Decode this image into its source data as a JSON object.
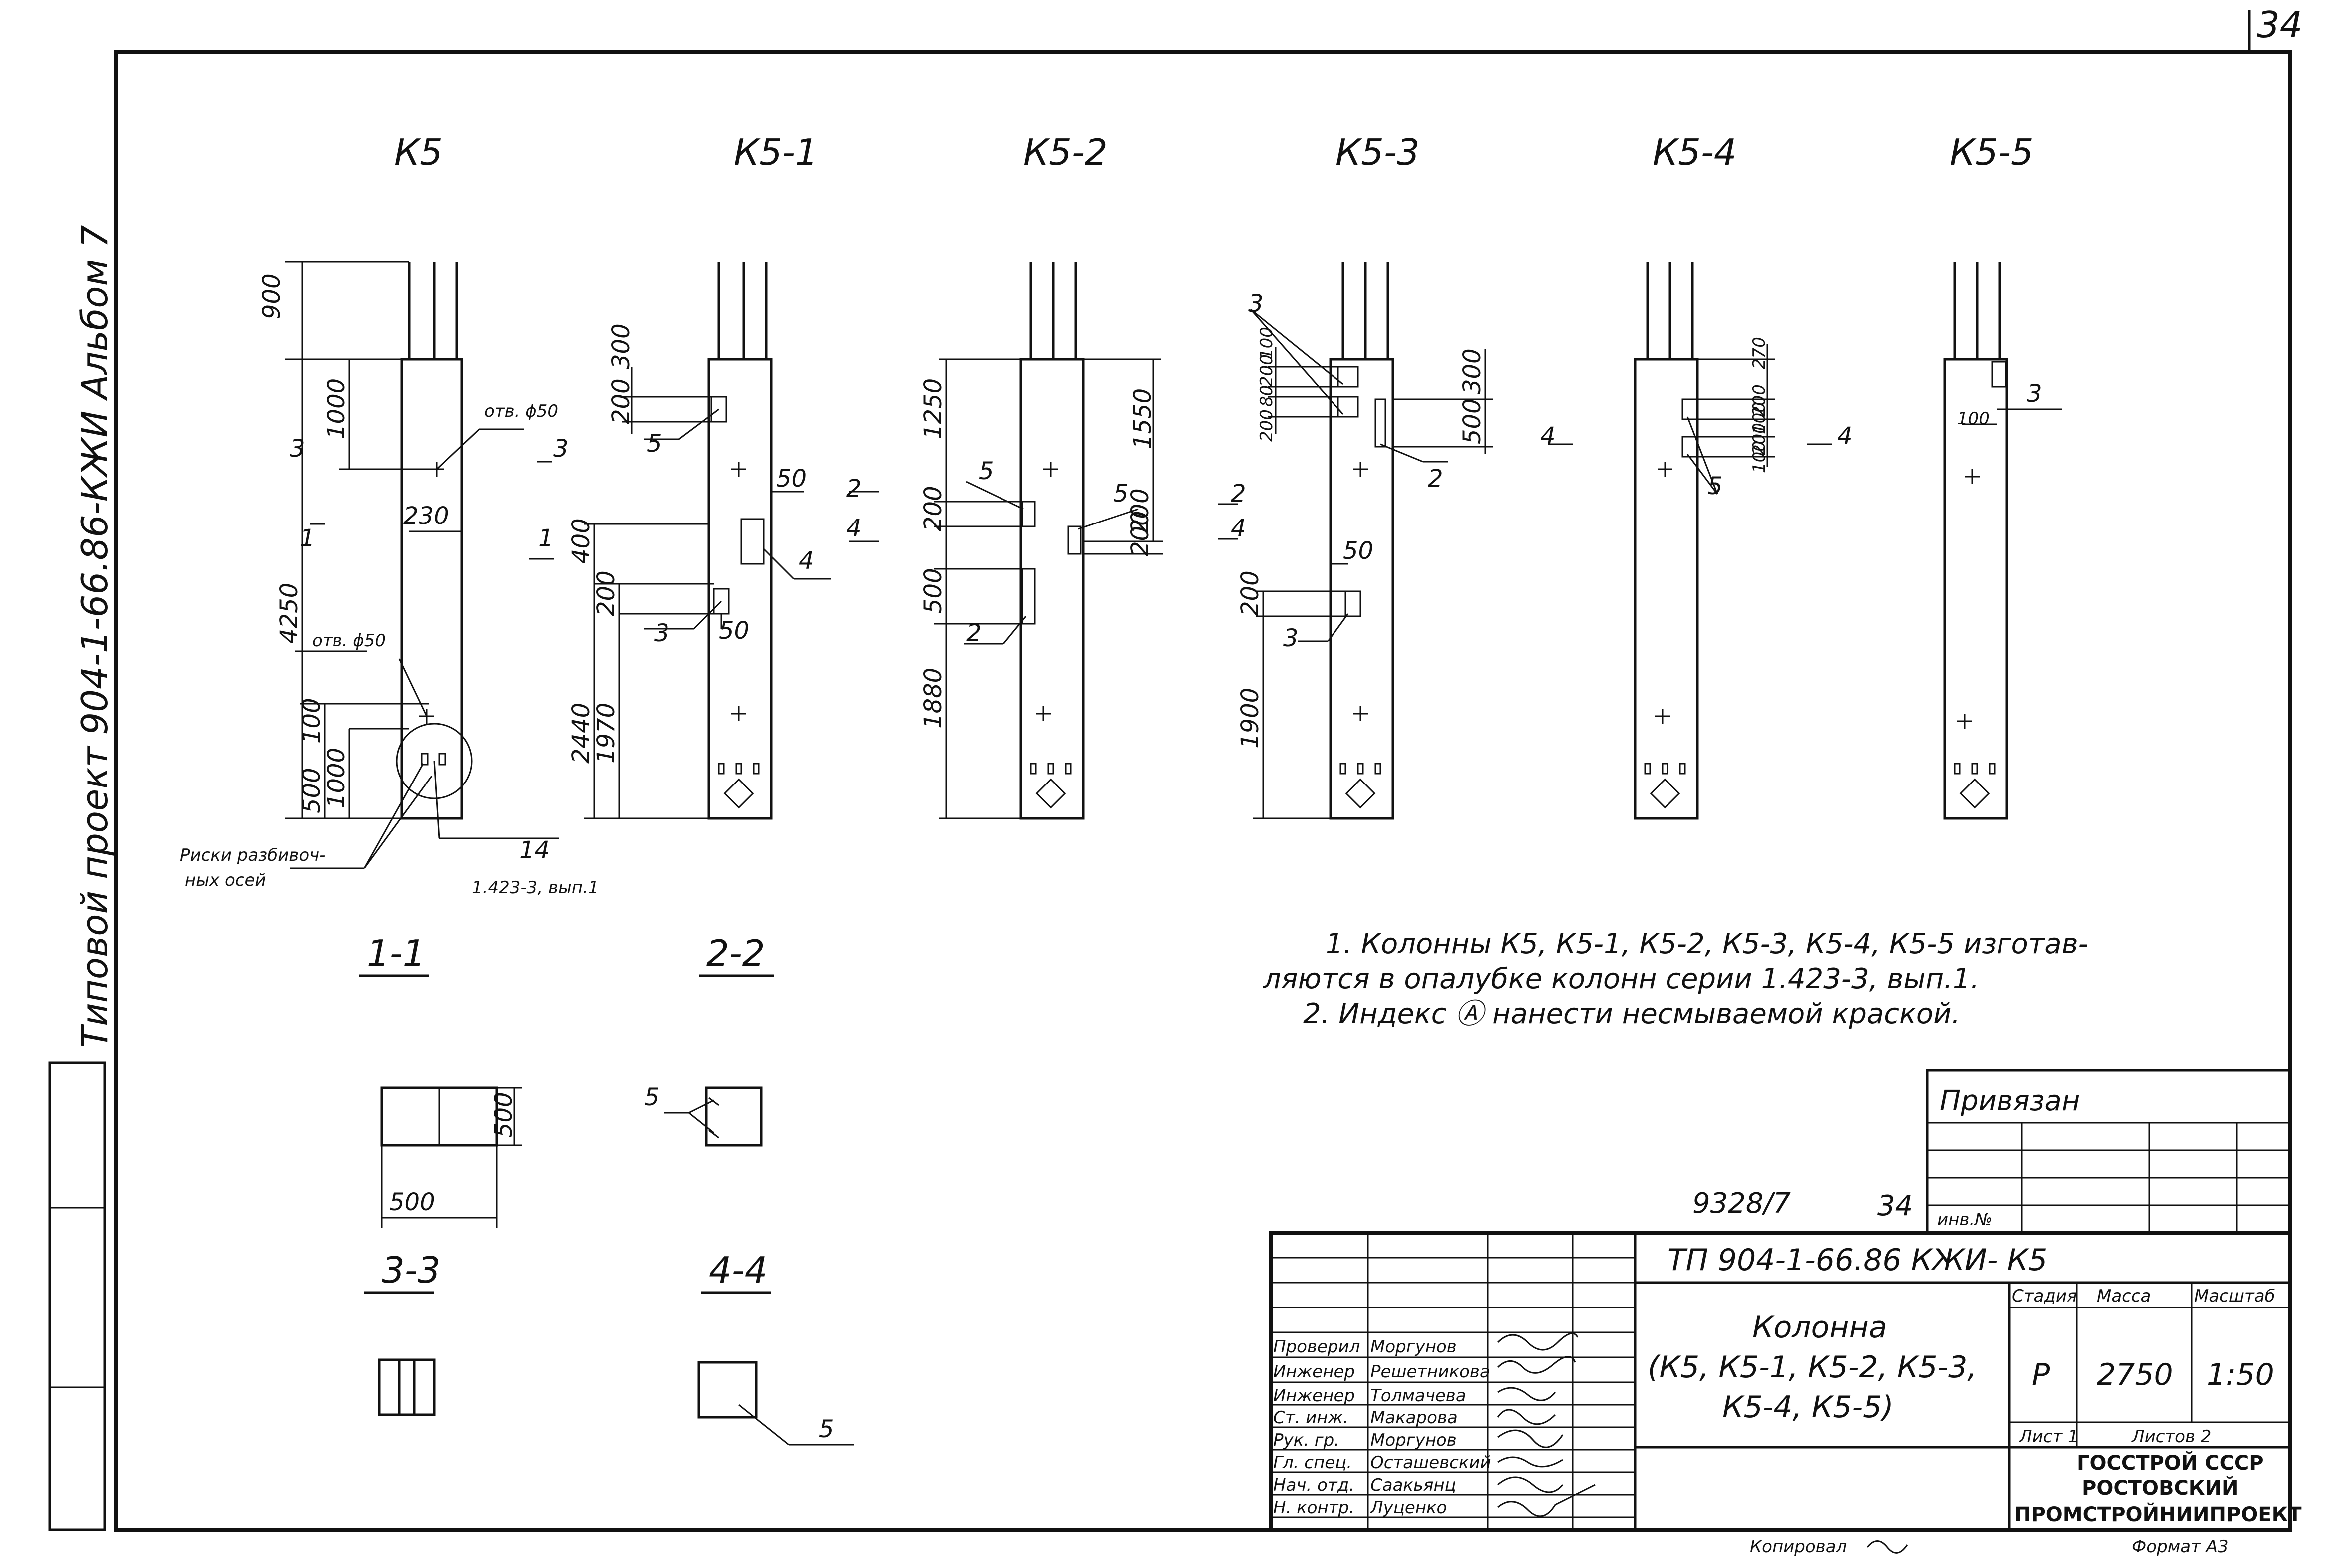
{
  "sheet": {
    "page_number": "34",
    "side_title": "Типовой  проект     904-1-66.86-КЖИ  Альбом 7"
  },
  "columns": [
    {
      "id": "k5",
      "label": "К5"
    },
    {
      "id": "k5-1",
      "label": "К5-1"
    },
    {
      "id": "k5-2",
      "label": "К5-2"
    },
    {
      "id": "k5-3",
      "label": "К5-3"
    },
    {
      "id": "k5-4",
      "label": "К5-4"
    },
    {
      "id": "k5-5",
      "label": "К5-5"
    }
  ],
  "dims": {
    "k5_top": "900",
    "k5_1000": "1000",
    "k5_4250": "4250",
    "k5_230": "230",
    "k5_500": "500",
    "k5_100": "100",
    "k5_1000b": "1000",
    "hole_top": "отв. ϕ50",
    "hole_bottom": "отв. ϕ50",
    "risks": "Риски разбивоч-\nных осей",
    "ref14": "14",
    "ref_series": "1.423-3, вып.1",
    "k51_200": "200",
    "k51_300": "300",
    "k51_400": "400",
    "k51_200b": "200",
    "k51_2440": "2440",
    "k51_1970": "1970",
    "k51_50a": "50",
    "k51_50b": "50",
    "k52_1250": "1250",
    "k52_1550": "1550",
    "k52_200": "200",
    "k52_500": "500",
    "k52_1880": "1880",
    "k52_200r": "200",
    "k52_200s": "200",
    "k53_200": "200",
    "k53_80": "80",
    "k53_200b": "200",
    "k53_100": "100",
    "k53_300": "300",
    "k53_500": "500",
    "k53_50": "50",
    "k53_200c": "200",
    "k53_1900": "1900",
    "k54_270": "270",
    "k54_200": "200",
    "k54_100": "100",
    "k54_200b": "200",
    "k54_100b": "100",
    "k55_100": "100"
  },
  "callouts": [
    "5",
    "4",
    "3",
    "5",
    "2",
    "5",
    "3",
    "2",
    "3",
    "5",
    "3",
    "5"
  ],
  "section_marks": [
    "3",
    "3",
    "1",
    "1",
    "2",
    "4",
    "2",
    "4",
    "4",
    "4"
  ],
  "sections": {
    "s11": "1-1",
    "s22": "2-2",
    "s33": "3-3",
    "s44": "4-4",
    "s11_500v": "500",
    "s11_500h": "500",
    "s22_5": "5",
    "s44_5": "5"
  },
  "notes": {
    "line1": "1. Колонны К5, К5-1, К5-2, К5-3, К5-4, К5-5 изготав-",
    "line2": "ляются в опалубке колонн серии 1.423-3, вып.1.",
    "line3": "2. Индекс Ⓐ нанести несмываемой краской."
  },
  "title_block": {
    "privyazan": "Привязан",
    "inv_no": "инв.№",
    "archive_no": "9328/7",
    "archive_sheet": "34",
    "code": "ТП 904-1-66.86 КЖИ- К5",
    "name_line1": "Колонна",
    "name_line2": "(К5, К5-1, К5-2, К5-3,",
    "name_line3": "К5-4, К5-5)",
    "stage_label": "Стадия",
    "mass_label": "Масса",
    "scale_label": "Масштаб",
    "stage": "Р",
    "mass": "2750",
    "scale": "1:50",
    "sheet_label": "Лист 1",
    "sheets_label": "Листов 2",
    "org1": "ГОССТРОЙ СССР",
    "org2": "РОСТОВСКИЙ",
    "org3": "ПРОМСТРОЙНИИПРОЕКТ",
    "copied": "Копировал",
    "format": "Формат А3",
    "signers": [
      {
        "role": "Проверил",
        "name": "Моргунов"
      },
      {
        "role": "Инженер",
        "name": "Решетникова"
      },
      {
        "role": "Инженер",
        "name": "Толмачева"
      },
      {
        "role": "Ст. инж.",
        "name": "Макарова"
      },
      {
        "role": "Рук. гр.",
        "name": "Моргунов"
      },
      {
        "role": "Гл. спец.",
        "name": "Осташевский"
      },
      {
        "role": "Нач. отд.",
        "name": "Саакьянц"
      },
      {
        "role": "Н. контр.",
        "name": "Луценко"
      }
    ]
  }
}
